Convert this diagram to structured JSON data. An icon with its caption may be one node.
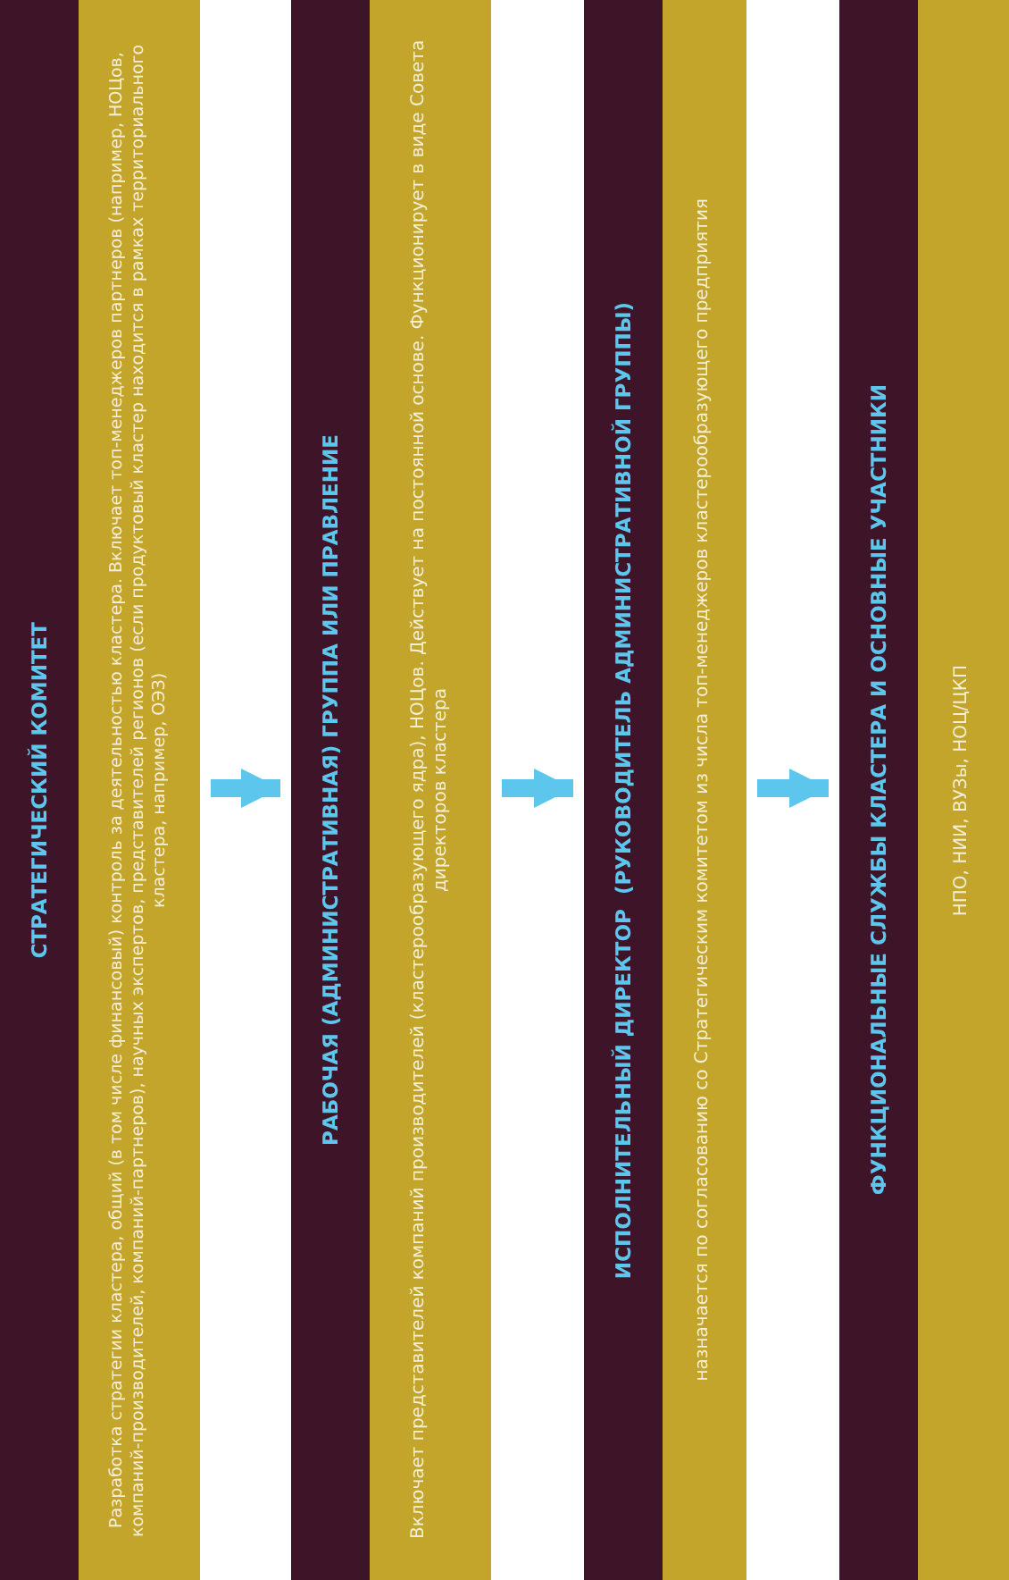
{
  "diagram": {
    "nodes": [
      {
        "text": [
          "СТРАТЕГИЧЕСКИЙ КОМИТЕТ",
          "Разработка стратегии кластера, общий (в том числе финансовый) контроль за деятельностью кластера. Включает топ-менеджеров партнеров (например, НОЦов, компаний-производителей, компаний-партнеров), научных экспертов, представителей регионов (если продуктовый кластер находится в рамках территориального кластера, например, ОЭЗ)"
        ]
      },
      {
        "text": [
          "РАБОЧАЯ (АДМИНИСТРАТИВНАЯ) ГРУППА ИЛИ ПРАВЛЕНИЕ",
          "Включает представителей компаний производителей (кластерообразующего ядра), НОЦов. Действует на постоянной основе. Функционирует в виде Совета директоров кластера"
        ]
      },
      {
        "text": [
          "ИСПОЛНИТЕЛЬНЫЙ ДИРЕКТОР  (РУКОВОДИТЕЛЬ АДМИНИСТРАТИВНОЙ ГРУППЫ)",
          "назначается по согласованию со Стратегическим комитетом из числа топ-менеджеров кластерообразующего предприятия"
        ]
      },
      {
        "text": [
          "ФУНКЦИОНАЛЬНЫЕ СЛУЖБЫ КЛАСТЕРА И ОСНОВНЫЕ УЧАСТНИКИ",
          "НПО, НИИ, ВУЗы, НОЦ/ЦКП"
        ]
      }
    ],
    "edges": [
      {
        "from": 0,
        "to": 1,
        "arrow": "to"
      },
      {
        "from": 1,
        "to": 2,
        "arrow": "to"
      },
      {
        "from": 2,
        "to": 3,
        "arrow": "to"
      }
    ]
  }
}
